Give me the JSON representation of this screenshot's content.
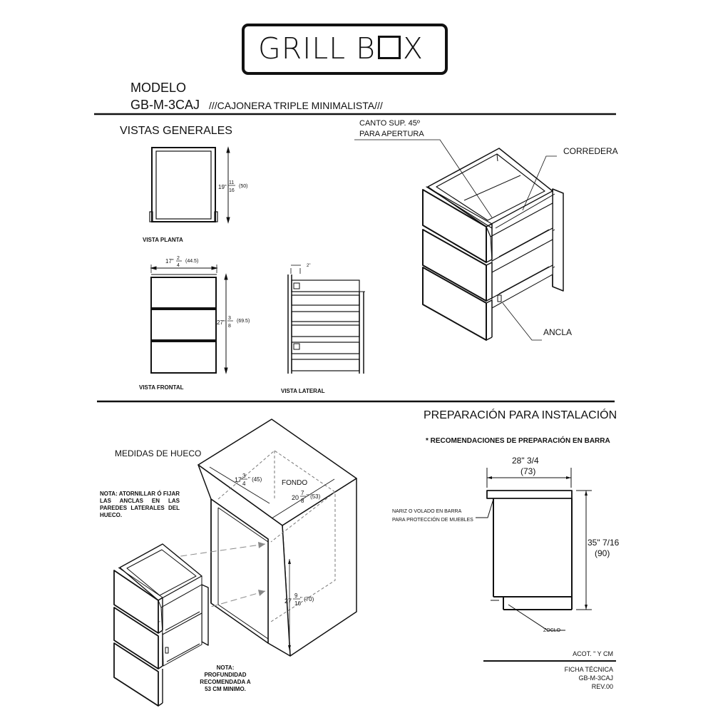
{
  "brand": {
    "logo_text": "GRILL B",
    "logo_text_end": "X"
  },
  "header": {
    "model_label": "MODELO",
    "model_code": "GB-M-3CAJ",
    "description": "///CAJONERA TRIPLE MINIMALISTA///"
  },
  "general_views": {
    "title": "VISTAS GENERALES",
    "plan": {
      "label": "VISTA PLANTA",
      "dim_in": "19\"",
      "dim_num": "11",
      "dim_den": "16",
      "dim_cm": "(50)"
    },
    "front": {
      "label": "VISTA FRONTAL",
      "width_in": "17\"",
      "width_num": "2",
      "width_den": "4",
      "width_cm": "(44.5)",
      "height_in": "27\"",
      "height_num": "3",
      "height_den": "8",
      "height_cm": "(69.5)"
    },
    "side": {
      "label": "VISTA LATERAL",
      "dim": "2\""
    },
    "iso": {
      "bevel_line1": "CANTO SUP. 45º",
      "bevel_line2": "PARA APERTURA",
      "slide": "CORREDERA",
      "anchor": "ANCLA"
    }
  },
  "installation": {
    "title": "PREPARACIÓN PARA INSTALACIÓN",
    "cavity_title": "MEDIDAS DE HUECO",
    "note_screw": "NOTA: ATORNILLAR Ó FIJAR LAS ANCLAS EN LAS PAREDES LATERALES DEL HUECO.",
    "note_depth": "NOTA: PROFUNDIDAD RECOMENDADA A 53 CM MINIMO.",
    "cavity_width_in": "17",
    "cavity_width_num": "3",
    "cavity_width_den": "4",
    "cavity_width_cm": "\" (45)",
    "depth_label": "FONDO",
    "cavity_depth_in": "20",
    "cavity_depth_num": "7",
    "cavity_depth_den": "8",
    "cavity_depth_cm": "\" (53)",
    "cavity_height_in": "27",
    "cavity_height_num": "9",
    "cavity_height_den": "16",
    "cavity_height_cm": "\" (70)"
  },
  "bar": {
    "recommendation": "* RECOMENDACIONES DE PREPARACIÓN EN BARRA",
    "width_in": "28\" 3/4",
    "width_cm": "(73)",
    "height_in": "35\" 7/16",
    "height_cm": "(90)",
    "nose_line1": "NARIZ O VOLADO EN BARRA",
    "nose_line2": "PARA PROTECCIÓN DE MUEBLES",
    "plinth": "ZOCLO"
  },
  "footer": {
    "units": "ACOT. \" Y CM",
    "sheet": "FICHA TÉCNICA",
    "code": "GB-M-3CAJ",
    "revision": "REV.00"
  }
}
